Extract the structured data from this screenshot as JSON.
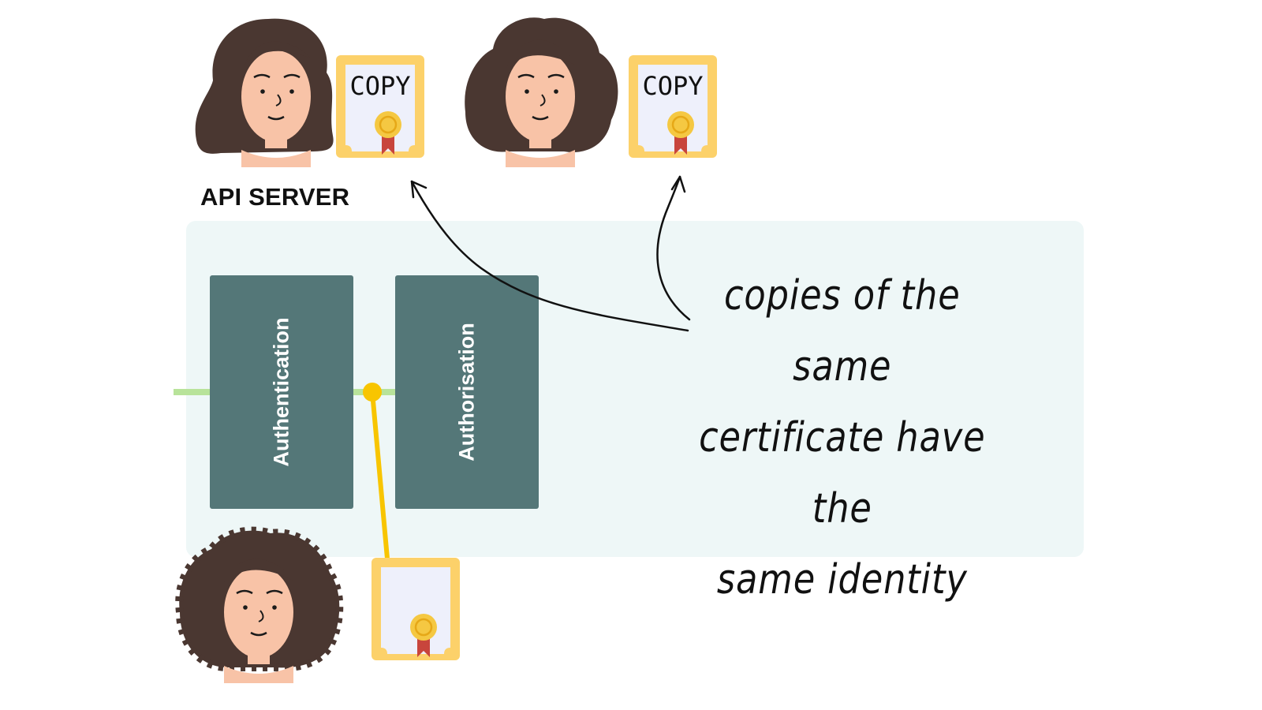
{
  "server": {
    "title": "API SERVER"
  },
  "modules": [
    {
      "label": "Authentication"
    },
    {
      "label": "Authorisation"
    }
  ],
  "certificates": [
    {
      "badge": "COPY"
    },
    {
      "badge": "COPY"
    },
    {
      "badge": ""
    }
  ],
  "note": {
    "lines": [
      "copies of the same",
      "certificate have the",
      "same identity"
    ]
  },
  "icons": [
    "person-avatar-icon",
    "certificate-icon",
    "arrow-icon"
  ],
  "colors": {
    "panel": "#eef7f7",
    "module": "#547778",
    "hair": "#4a3731",
    "skin": "#f8c3a7",
    "cert_frame": "#fcd16a",
    "cert_paper": "#eef0fb",
    "seal": "#f5c842",
    "ribbon": "#c8453c",
    "connector_green": "#b8e39a",
    "connector_yellow": "#f8c500"
  }
}
